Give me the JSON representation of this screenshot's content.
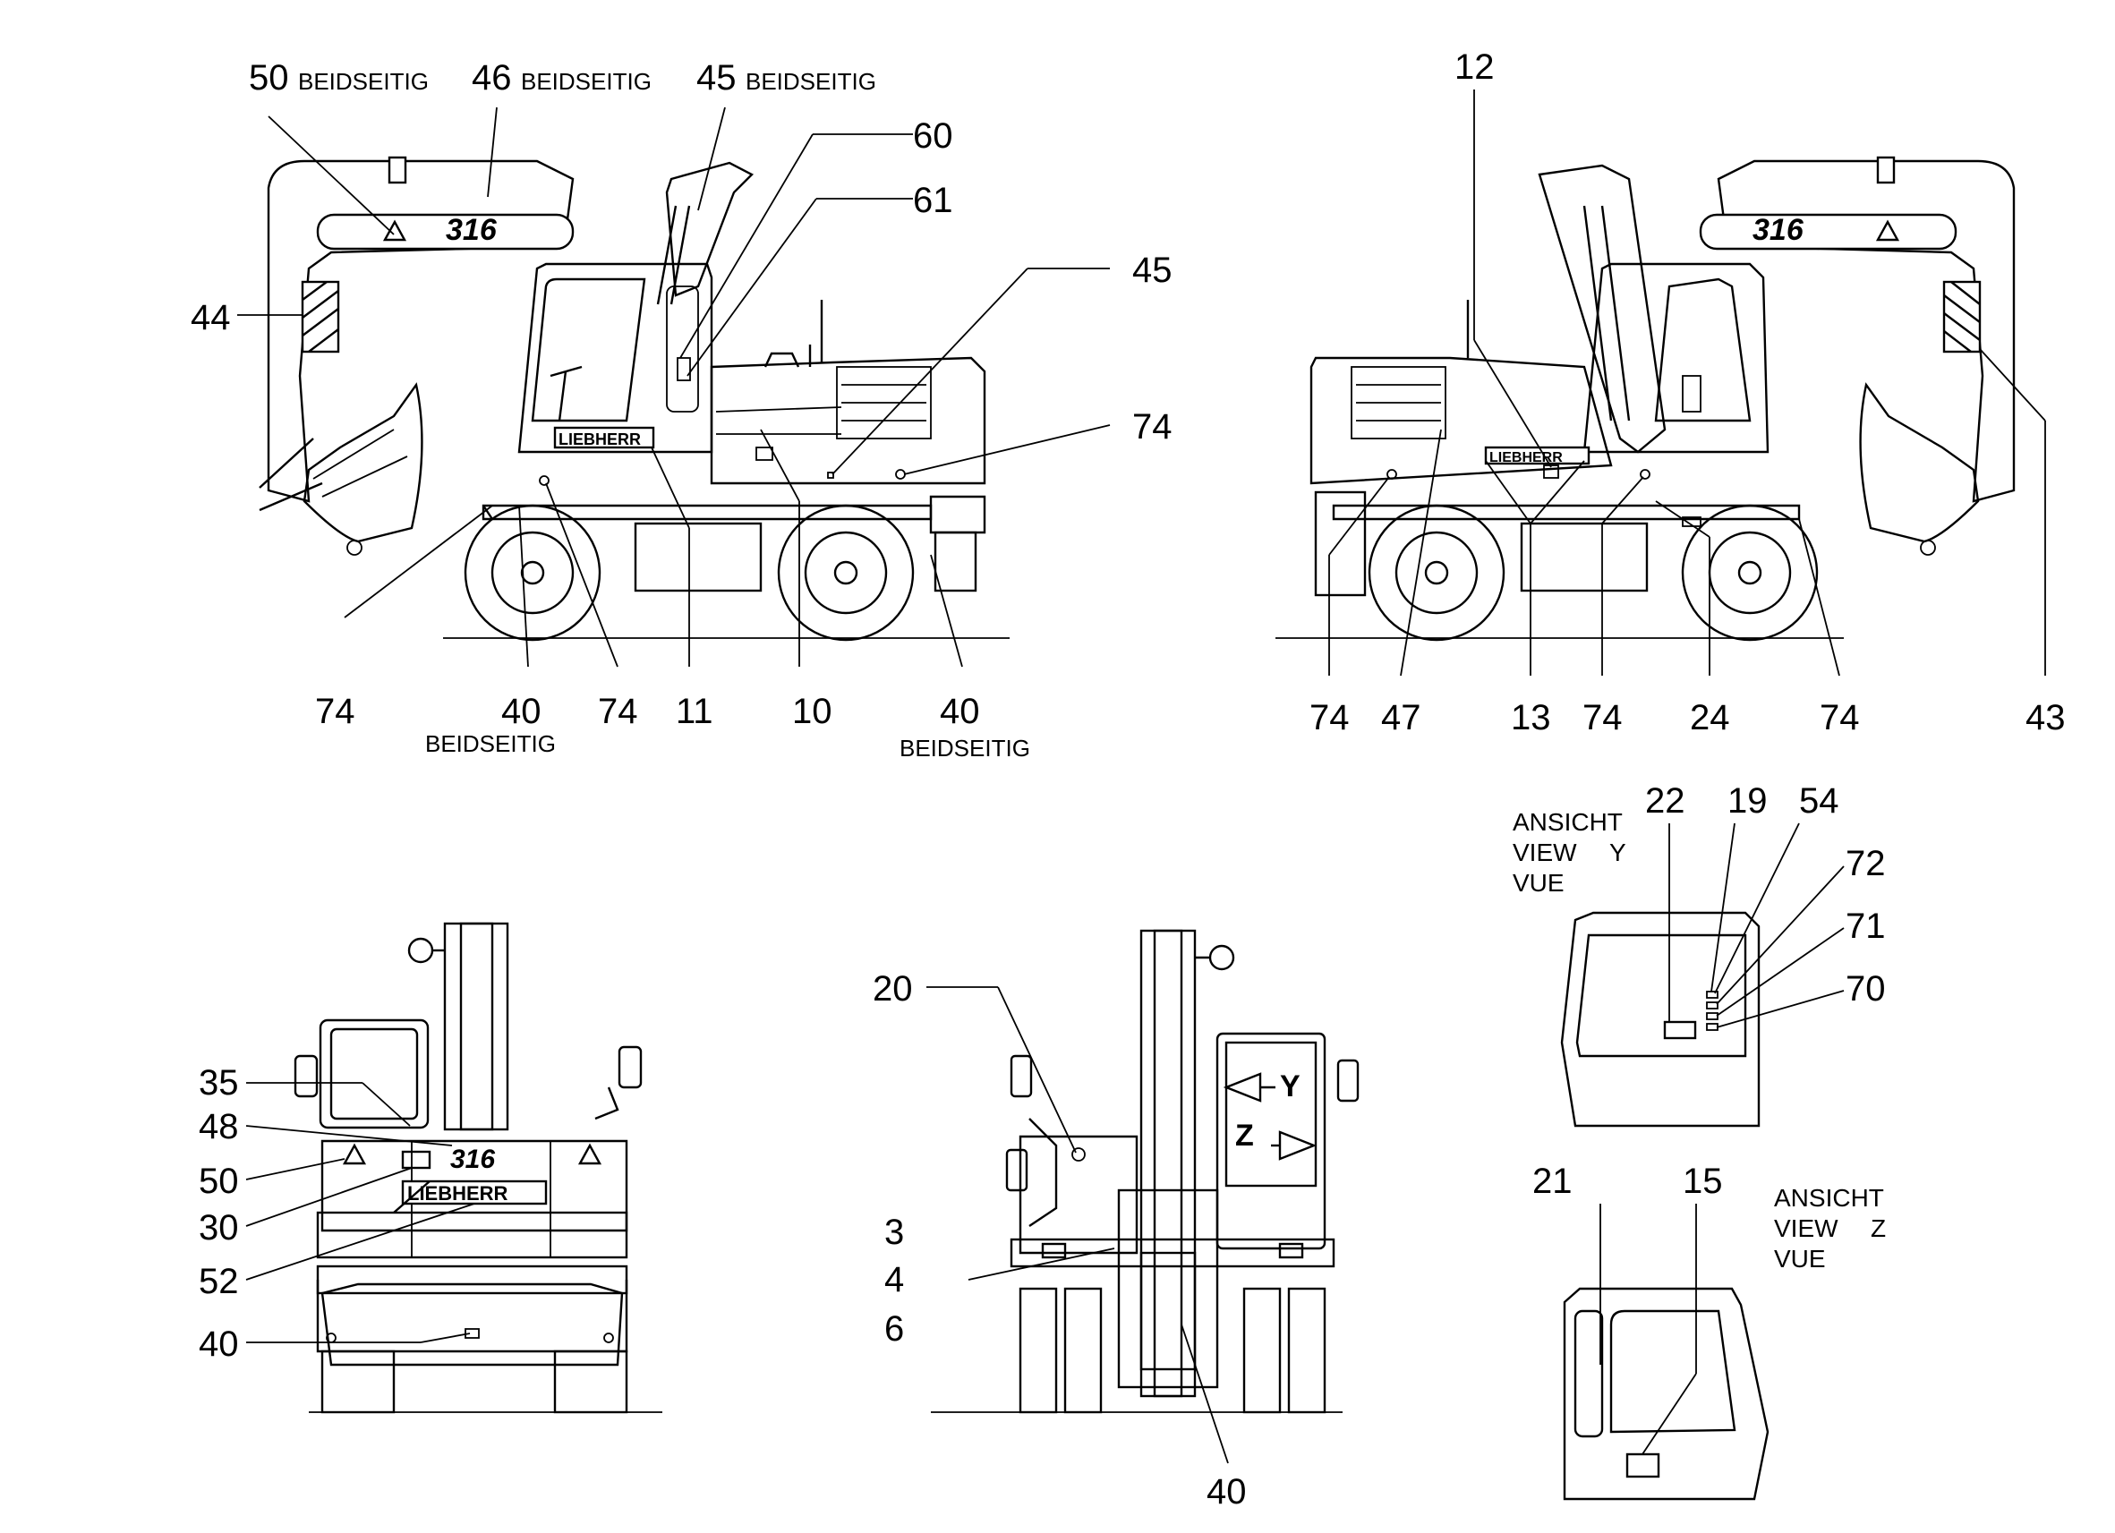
{
  "texts": {
    "sv1": {
      "c50": "50",
      "b50": "BEIDSEITIG",
      "c46": "46",
      "b46": "BEIDSEITIG",
      "c45a": "45",
      "b45a": "BEIDSEITIG",
      "c60": "60",
      "c61": "61",
      "c45b": "45",
      "c44": "44",
      "c74r": "74",
      "c74a": "74",
      "c40a": "40",
      "b40a": "BEIDSEITIG",
      "c74b": "74",
      "c11": "11",
      "c10": "10",
      "c40b": "40",
      "b40b": "BEIDSEITIG",
      "model": "316",
      "brand": "LIEBHERR"
    },
    "sv2": {
      "c12": "12",
      "c43": "43",
      "c74a": "74",
      "c47": "47",
      "c13": "13",
      "c74b": "74",
      "c24": "24",
      "c74c": "74",
      "model": "316",
      "brand": "LIEBHERR"
    },
    "rear": {
      "c35": "35",
      "c48": "48",
      "c50": "50",
      "c30": "30",
      "c52": "52",
      "c40": "40",
      "model": "316",
      "brand": "LIEBHERR"
    },
    "front": {
      "c20": "20",
      "c3": "3",
      "c4": "4",
      "c6": "6",
      "c40": "40",
      "y": "Y",
      "z": "Z"
    },
    "viewy": {
      "l1": "ANSICHT",
      "l2": "VIEW",
      "l3": "VUE",
      "letter": "Y",
      "c22": "22",
      "c19": "19",
      "c54": "54",
      "c72": "72",
      "c71": "71",
      "c70": "70"
    },
    "viewz": {
      "l1": "ANSICHT",
      "l2": "VIEW",
      "l3": "VUE",
      "letter": "Z",
      "c21": "21",
      "c15": "15"
    }
  }
}
